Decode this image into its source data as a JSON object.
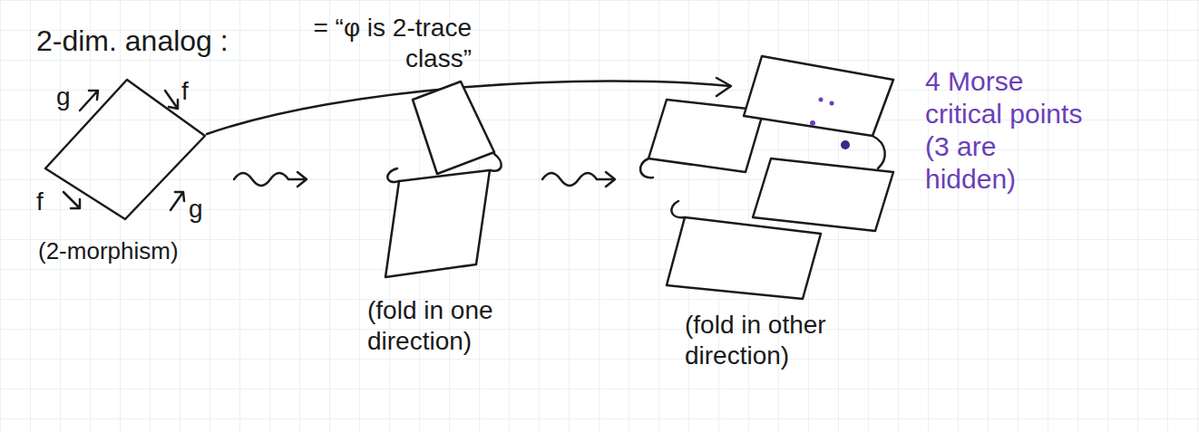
{
  "diagram": {
    "labels": [
      "2-dim. analog :",
      "= “φ is 2-trace class”",
      "g",
      "f",
      "f",
      "g",
      "(2-morphism)",
      "(fold in one direction)",
      "(fold in other direction)",
      "4 Morse critical points (3 are hidden)"
    ]
  }
}
